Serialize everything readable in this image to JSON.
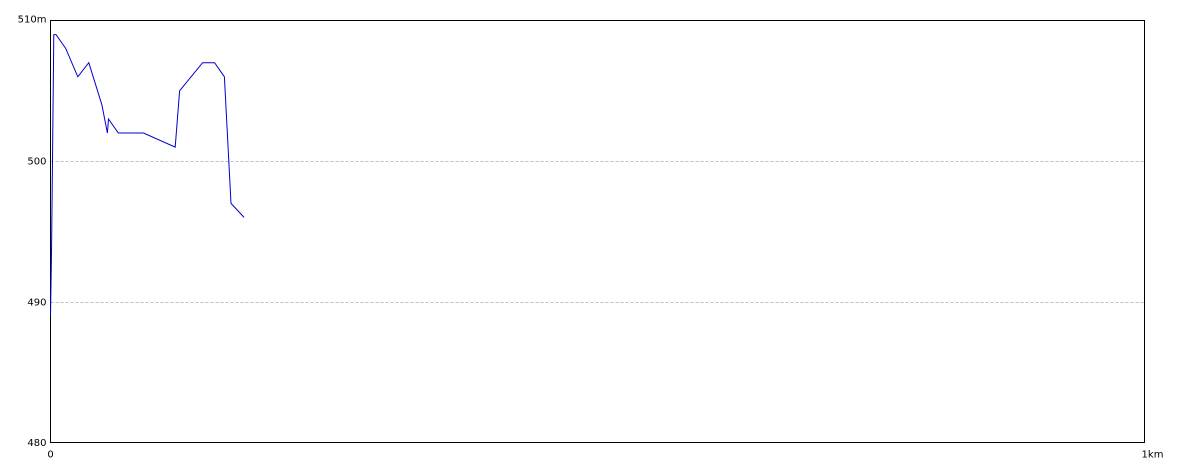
{
  "chart_data": {
    "type": "line",
    "title": "",
    "xlabel": "",
    "ylabel": "",
    "xlim": [
      0,
      1000
    ],
    "ylim": [
      480,
      510
    ],
    "grid": true,
    "legend": "none",
    "y_ticks": [
      {
        "value": 480,
        "label": "480"
      },
      {
        "value": 490,
        "label": "490"
      },
      {
        "value": 500,
        "label": "500"
      },
      {
        "value": 510,
        "label": "510m"
      }
    ],
    "x_ticks": [
      {
        "value": 0,
        "label": "0"
      },
      {
        "value": 1000,
        "label": "1km"
      }
    ],
    "series": [
      {
        "color": "#0000cc",
        "points": [
          [
            0,
            489
          ],
          [
            1,
            494
          ],
          [
            3,
            509
          ],
          [
            5,
            509
          ],
          [
            14,
            508
          ],
          [
            25,
            506
          ],
          [
            35,
            507
          ],
          [
            47,
            504
          ],
          [
            52,
            502
          ],
          [
            53,
            503
          ],
          [
            62,
            502
          ],
          [
            85,
            502
          ],
          [
            114,
            501
          ],
          [
            118,
            505
          ],
          [
            139,
            507
          ],
          [
            150,
            507
          ],
          [
            159,
            506
          ],
          [
            165,
            497
          ],
          [
            177,
            496
          ]
        ]
      }
    ],
    "colors": {
      "frame": "#000000",
      "grid": "#c0c0c0",
      "line": "#0000cc"
    }
  }
}
